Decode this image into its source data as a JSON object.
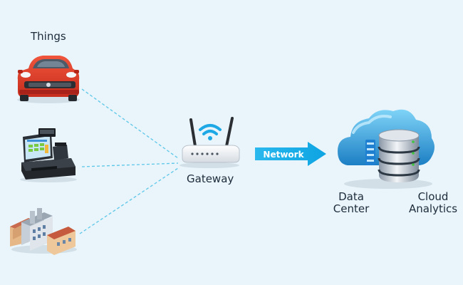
{
  "diagram": {
    "things_label": "Things",
    "gateway_label": "Gateway",
    "network_label": "Network",
    "data_center_label_line1": "Data",
    "data_center_label_line2": "Center",
    "cloud_label_line1": "Cloud",
    "cloud_label_line2": "Analytics",
    "things": [
      {
        "icon": "car-icon"
      },
      {
        "icon": "cash-register-icon"
      },
      {
        "icon": "factory-icon"
      }
    ]
  },
  "colors": {
    "background": "#e9f5fb",
    "connector": "#5cc6e8",
    "arrow": "#12aee8",
    "car": "#e2402b",
    "wifi": "#1ea9e6"
  }
}
